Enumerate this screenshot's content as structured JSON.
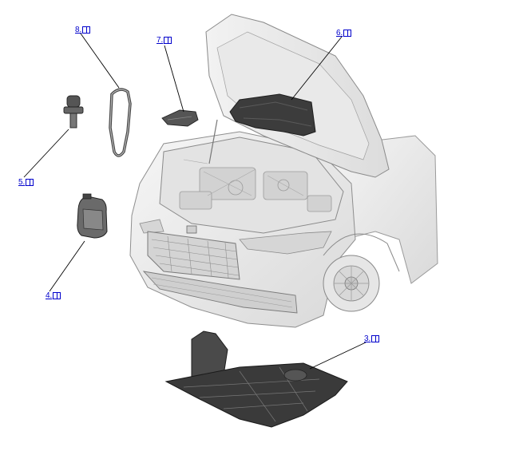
{
  "callouts": [
    {
      "id": "c8",
      "label": "8.",
      "icon": "manual-book-icon"
    },
    {
      "id": "c7",
      "label": "7.",
      "icon": "manual-book-icon"
    },
    {
      "id": "c6",
      "label": "6.",
      "icon": "manual-book-icon"
    },
    {
      "id": "c5",
      "label": "5.",
      "icon": "manual-book-icon"
    },
    {
      "id": "c4",
      "label": "4.",
      "icon": "manual-book-icon"
    },
    {
      "id": "c3",
      "label": "3.",
      "icon": "manual-book-icon"
    }
  ],
  "colors": {
    "link": "#0000cc",
    "part_fill": "#eeeeee",
    "part_stroke": "#777777",
    "dark_part": "#3a3a3a"
  }
}
